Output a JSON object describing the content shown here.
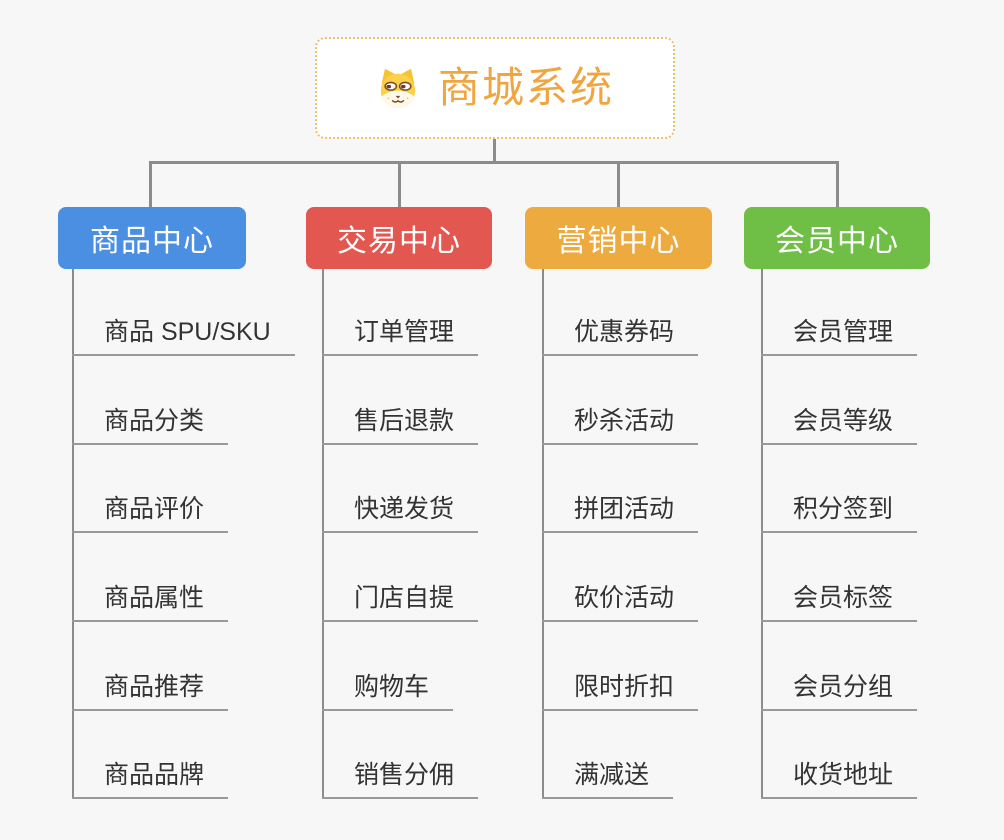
{
  "root": {
    "title": "商城系统",
    "icon": "dog-face-icon"
  },
  "branches": [
    {
      "label": "商品中心",
      "color": "#4A8FE2",
      "items": [
        "商品 SPU/SKU",
        "商品分类",
        "商品评价",
        "商品属性",
        "商品推荐",
        "商品品牌"
      ]
    },
    {
      "label": "交易中心",
      "color": "#E25750",
      "items": [
        "订单管理",
        "售后退款",
        "快递发货",
        "门店自提",
        "购物车",
        "销售分佣"
      ]
    },
    {
      "label": "营销中心",
      "color": "#EDAB3F",
      "items": [
        "优惠券码",
        "秒杀活动",
        "拼团活动",
        "砍价活动",
        "限时折扣",
        "满减送"
      ]
    },
    {
      "label": "会员中心",
      "color": "#6FBE45",
      "items": [
        "会员管理",
        "会员等级",
        "积分签到",
        "会员标签",
        "会员分组",
        "收货地址"
      ]
    }
  ],
  "theme": {
    "background": "#F7F7F7",
    "connector_color": "#8C8C8C",
    "leaf_underline_color": "#999999",
    "leaf_text_color": "#333333",
    "root_text_color": "#F0A640",
    "root_border_color": "#F2BC6F"
  }
}
